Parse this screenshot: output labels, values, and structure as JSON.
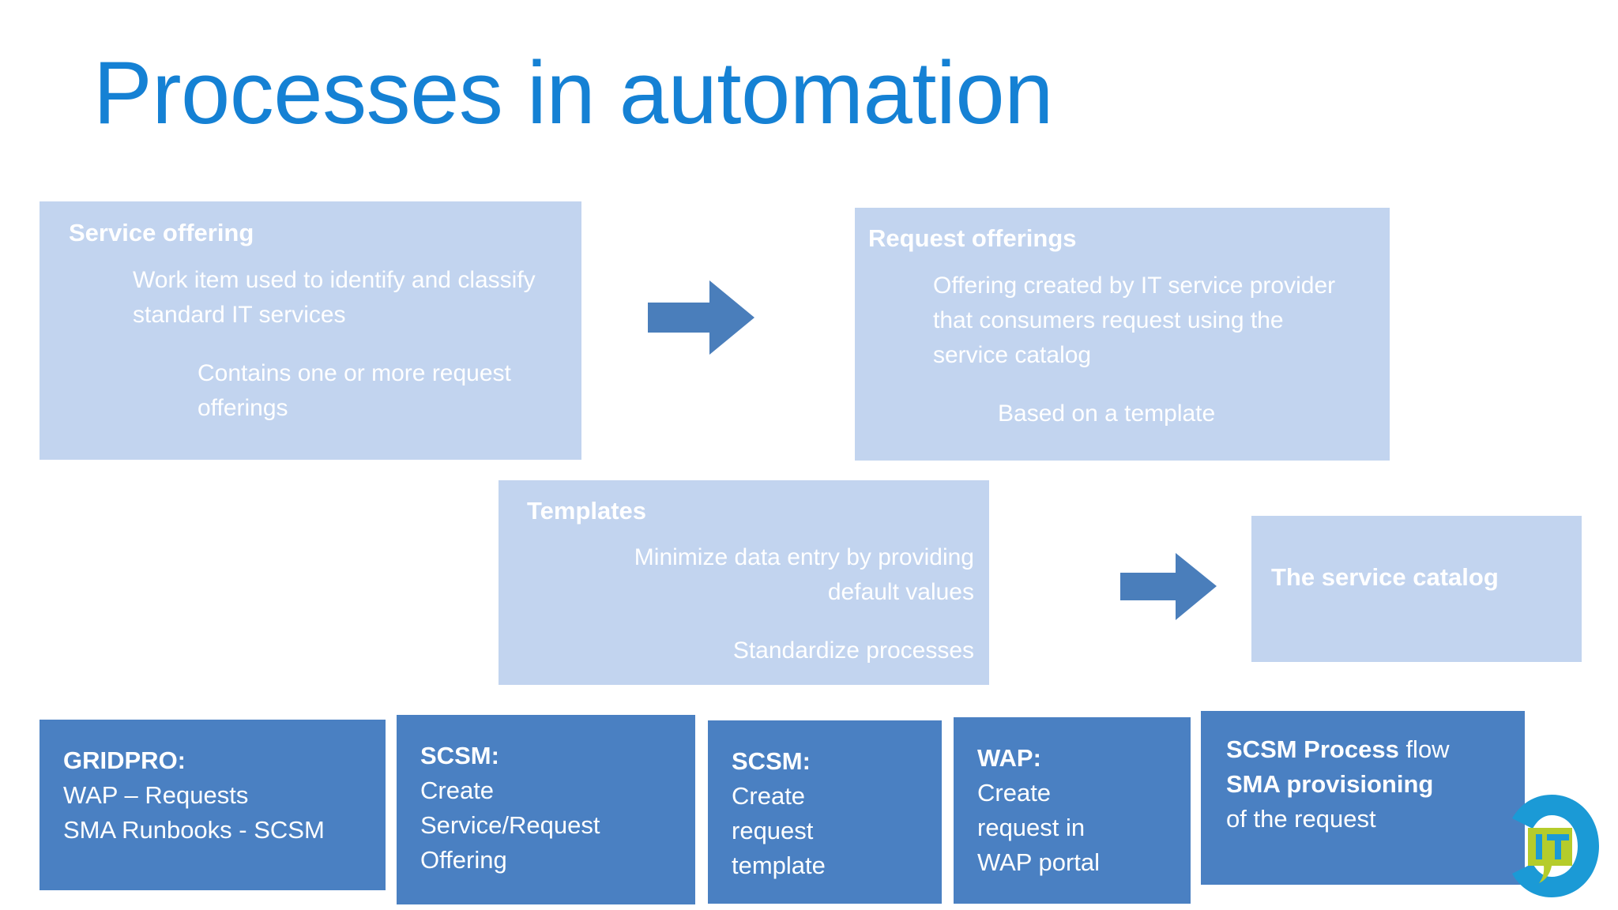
{
  "slide": {
    "title": "Processes in automation",
    "title_color": "#1581d4",
    "background_color": "#ffffff"
  },
  "colors": {
    "card_fill": "#c2d4ef",
    "card_text": "#ffffff",
    "arrow_fill": "#4a7ebb",
    "step_fill": "#4a80c2",
    "step_text": "#ffffff",
    "logo_ring": "#1b9ad6",
    "logo_bubble": "#b5cc2b"
  },
  "cards": [
    {
      "id": "service-offering",
      "title": "Service offering",
      "paragraphs": [
        "Work item used to identify and classify standard IT services",
        "Contains one or more request offerings"
      ]
    },
    {
      "id": "request-offerings",
      "title": "Request offerings",
      "paragraphs": [
        "Offering created by IT service provider that consumers request using the service catalog",
        "Based on a template"
      ]
    },
    {
      "id": "templates",
      "title": "Templates",
      "paragraphs": [
        "Minimize data entry by providing default values",
        "Standardize processes"
      ]
    },
    {
      "id": "service-catalog",
      "title": "The service catalog",
      "paragraphs": []
    }
  ],
  "arrows": [
    {
      "id": "arrow-1",
      "direction": "right",
      "from": "service-offering",
      "to": "request-offerings"
    },
    {
      "id": "arrow-2",
      "direction": "right",
      "from": "templates",
      "to": "service-catalog"
    }
  ],
  "steps": [
    {
      "id": "step-1",
      "heading": "GRIDPRO:",
      "lines": [
        "WAP – Requests",
        "SMA Runbooks - SCSM"
      ]
    },
    {
      "id": "step-2",
      "heading": "SCSM:",
      "lines": [
        "Create",
        "Service/Request",
        "Offering"
      ]
    },
    {
      "id": "step-3",
      "heading": "SCSM:",
      "lines": [
        "Create",
        "request",
        "template"
      ]
    },
    {
      "id": "step-4",
      "heading": "WAP:",
      "lines": [
        "Create",
        "request in",
        "WAP portal"
      ]
    },
    {
      "id": "step-5",
      "rich_lines": [
        {
          "bold": "SCSM Process",
          "normal": " flow"
        },
        {
          "bold": "SMA provisioning",
          "normal": ""
        },
        {
          "bold": "",
          "normal": "of the request"
        }
      ]
    }
  ],
  "logo": {
    "name": "it-speech-bubble-logo",
    "letters": "IT"
  }
}
